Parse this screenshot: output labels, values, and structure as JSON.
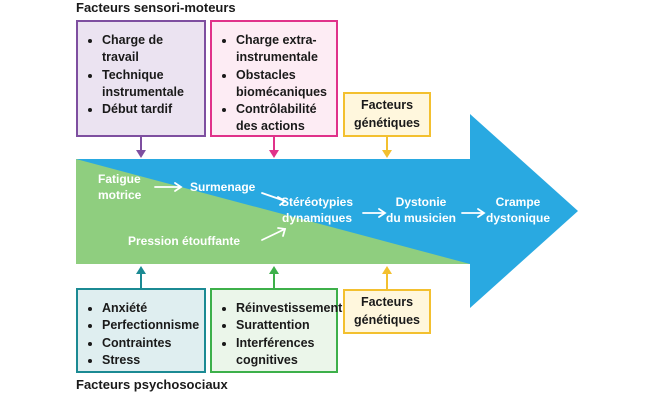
{
  "labels": {
    "top": "Facteurs sensori-moteurs",
    "bottom": "Facteurs psychosociaux"
  },
  "boxes": {
    "sensorimotor_1": [
      "Charge de travail",
      "Technique instrumentale",
      "Début tardif"
    ],
    "sensorimotor_2": [
      "Charge extra-instrumentale",
      "Obstacles biomécaniques",
      "Contrôlabilité des actions"
    ],
    "genetic_top": "Facteurs génétiques",
    "psychosocial_1": [
      "Anxiété",
      "Perfectionnisme",
      "Contraintes",
      "Stress"
    ],
    "psychosocial_2": [
      "Réinvestissement",
      "Surattention",
      "Interférences cognitives"
    ],
    "genetic_bottom": "Facteurs génétiques"
  },
  "flow": {
    "fatigue_line1": "Fatigue",
    "fatigue_line2": "motrice",
    "surmenage": "Surmenage",
    "stereo_line1": "Stéréotypies",
    "stereo_line2": "dynamiques",
    "pression": "Pression étouffante",
    "dystonie_line1": "Dystonie",
    "dystonie_line2": "du musicien",
    "crampe_line1": "Crampe",
    "crampe_line2": "dystonique"
  },
  "colors": {
    "arrow_blue": "#29a9e1",
    "green_band": "#8fce7f",
    "purple": "#7e4fa0",
    "magenta": "#e0328a",
    "yellow": "#f3c02f",
    "teal": "#1b8a93",
    "green": "#3db04a"
  }
}
